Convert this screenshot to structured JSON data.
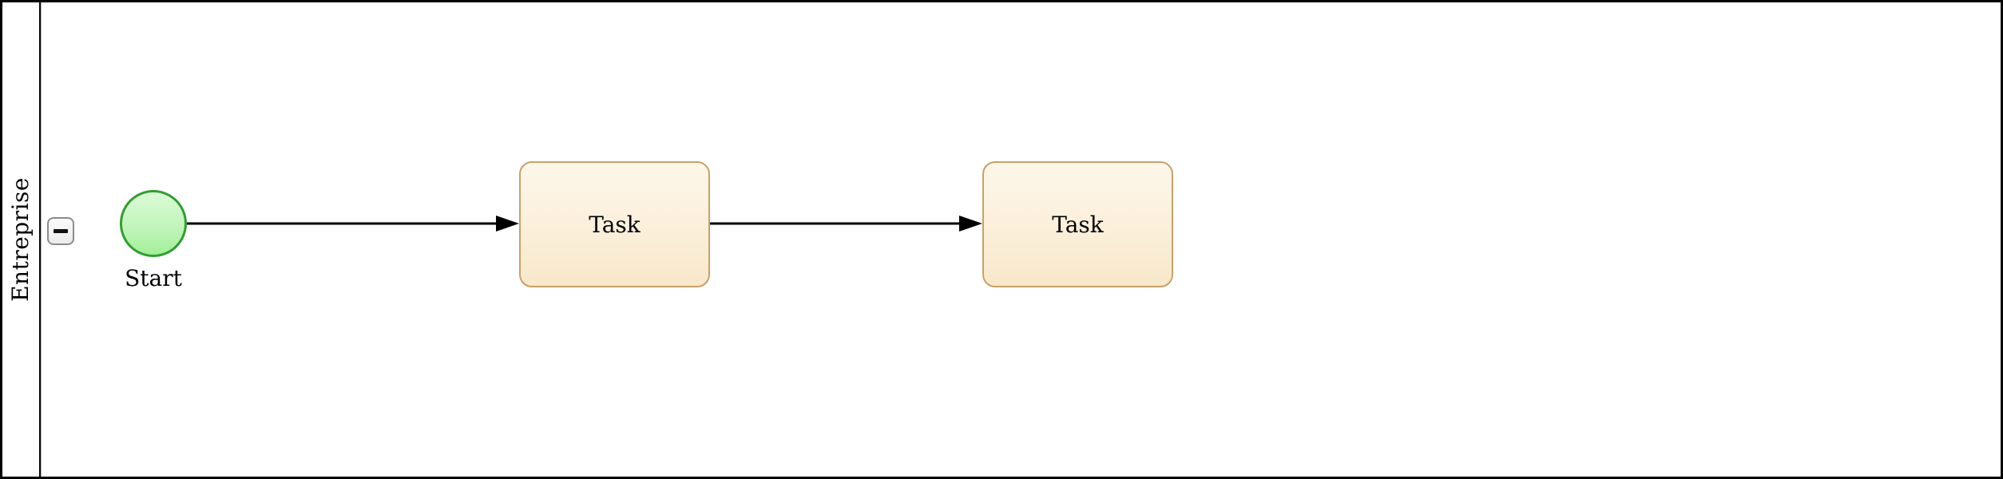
{
  "diagram": {
    "kind": "bpmn-process",
    "pool": {
      "label": "Entreprise",
      "collapse_marker": "minus-icon",
      "collapsed": false
    },
    "nodes": [
      {
        "id": "start",
        "type": "start-event",
        "label": "Start"
      },
      {
        "id": "task1",
        "type": "task",
        "label": "Task"
      },
      {
        "id": "task2",
        "type": "task",
        "label": "Task"
      }
    ],
    "connections": [
      {
        "from": "start",
        "to": "task1",
        "style": "solid-arrow"
      },
      {
        "from": "task1",
        "to": "task2",
        "style": "solid-arrow"
      }
    ],
    "colors": {
      "pool_border": "#000000",
      "connector": "#000000",
      "start_stroke": "#2f9e2f",
      "start_fill_top": "#dbfad6",
      "start_fill_bottom": "#a1ef99",
      "task_stroke": "#c8a167",
      "task_fill_top": "#fdf7ea",
      "task_fill_bottom": "#f8e8cb",
      "collapse_button_border": "#8c8c8c",
      "collapse_button_fill": "#f4f4f4"
    }
  }
}
